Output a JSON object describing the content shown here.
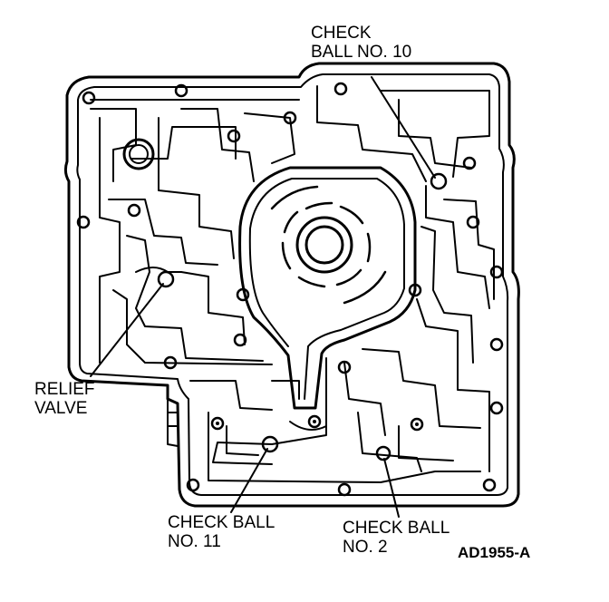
{
  "labels": {
    "check_ball_10": {
      "line1": "CHECK",
      "line2": "BALL NO. 10"
    },
    "relief_valve": {
      "line1": "RELIEF",
      "line2": "VALVE"
    },
    "check_ball_11": {
      "line1": "CHECK BALL",
      "line2": "NO. 11"
    },
    "check_ball_2": {
      "line1": "CHECK BALL",
      "line2": "NO. 2"
    }
  },
  "figure_code": "AD1955-A",
  "colors": {
    "ink": "#000000",
    "paper": "#ffffff"
  }
}
